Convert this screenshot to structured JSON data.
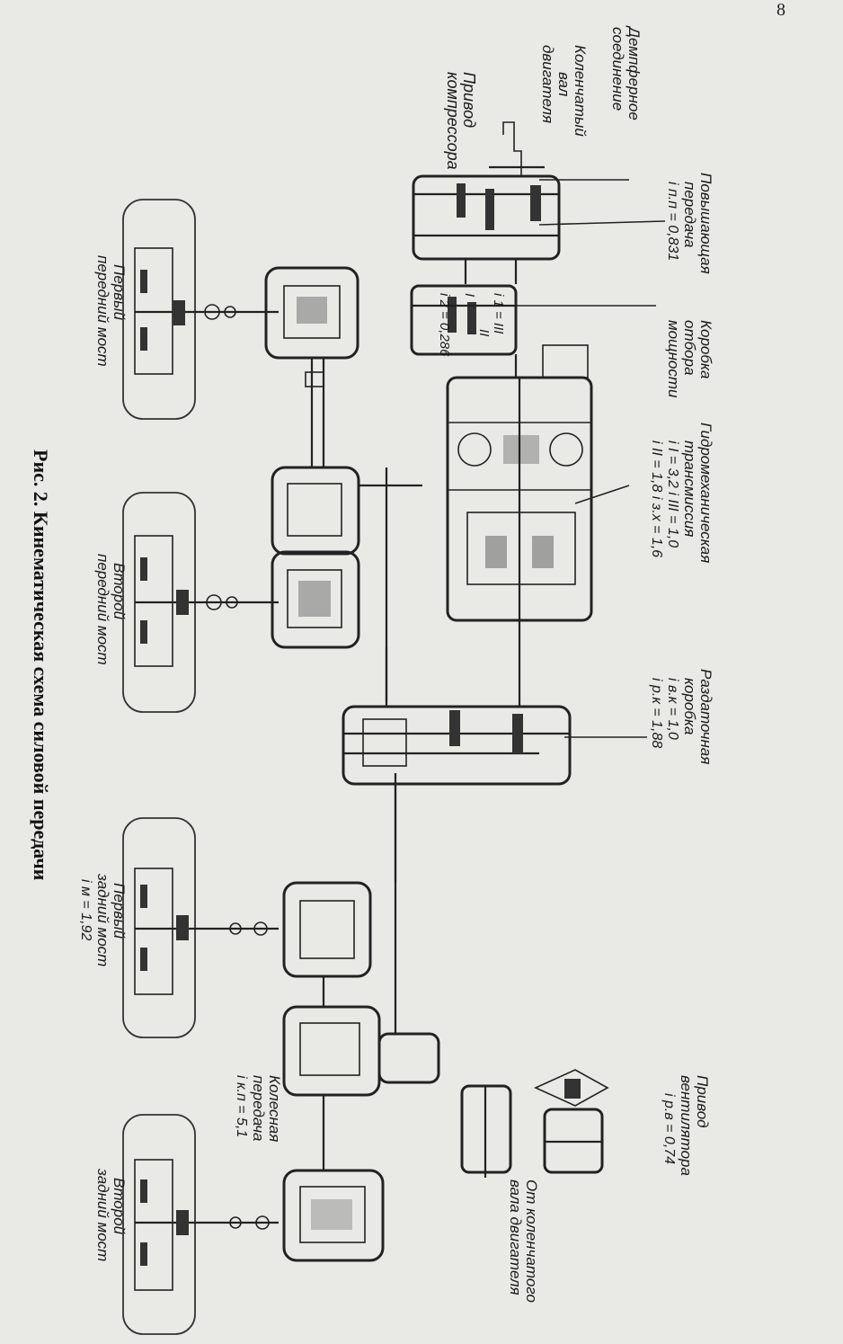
{
  "page_number": "8",
  "caption": "Рис. 2. Кинематическая схема силовой передачи",
  "labels": {
    "damper": [
      "Демпферное",
      "соединение"
    ],
    "crankshaft": [
      "Коленчатый",
      "вал",
      "двигателя"
    ],
    "compressor": [
      "Привод",
      "компрессора"
    ],
    "step_up": [
      "Повышающая",
      "передача",
      "i п.п = 0,831"
    ],
    "pto": [
      "Коробка",
      "отбора",
      "мощности"
    ],
    "pto_ratios": [
      "i 1 = III",
      "II",
      "I",
      "i 2 = 0,286"
    ],
    "hydromech": [
      "Гидромеханическая",
      "трансмиссия",
      "i I = 3,2   i III = 1,0",
      "i II = 1,8   i з.х = 1,6"
    ],
    "transfer": [
      "Раздаточная",
      "коробка",
      "i в.к = 1,0",
      "i р.к = 1,88"
    ],
    "fan": [
      "Привод",
      "вентилятора",
      "i р.в = 0,74"
    ],
    "from_crank": [
      "От коленчатого",
      "вала двигателя"
    ],
    "axle1": [
      "Первый",
      "передний мост"
    ],
    "axle2": [
      "Второй",
      "передний мост"
    ],
    "axle3": [
      "Первый",
      "задний мост",
      "i м = 1,92"
    ],
    "wheel_drive": [
      "Колесная",
      "передача",
      "i к.п = 5,1"
    ],
    "axle4": [
      "Второй",
      "задний мост"
    ]
  }
}
